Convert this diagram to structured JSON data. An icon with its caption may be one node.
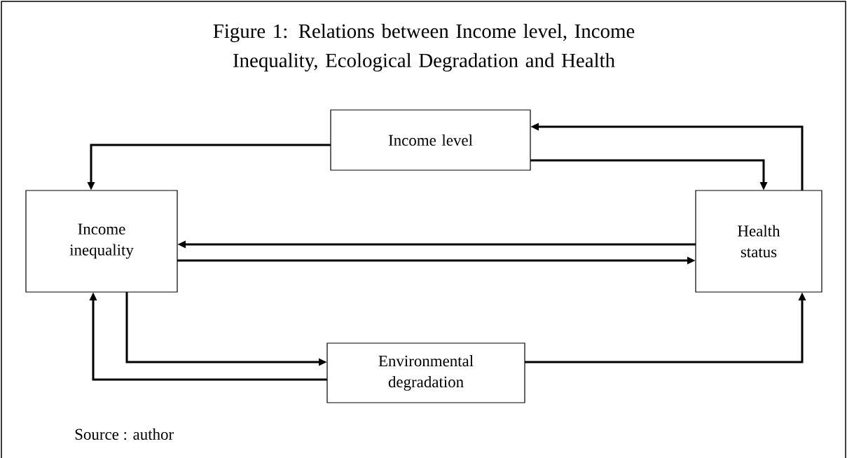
{
  "diagram": {
    "title": "Figure 1: Relations between Income level, Income Inequality, Ecological Degradation and Health",
    "nodes": [
      {
        "text": [
          "Income level"
        ]
      },
      {
        "text": [
          "Income inequality"
        ]
      },
      {
        "text": [
          "Health status"
        ]
      },
      {
        "text": [
          "Environmental degradation"
        ]
      }
    ],
    "edges": [
      {
        "from": 0,
        "to": 1,
        "arrow": "to"
      },
      {
        "from": 0,
        "to": 2,
        "arrow": "to"
      },
      {
        "from": 2,
        "to": 0,
        "arrow": "to"
      },
      {
        "from": 2,
        "to": 1,
        "arrow": "to"
      },
      {
        "from": 1,
        "to": 2,
        "arrow": "to"
      },
      {
        "from": 1,
        "to": 3,
        "arrow": "to"
      },
      {
        "from": 3,
        "to": 1,
        "arrow": "to"
      },
      {
        "from": 3,
        "to": 2,
        "arrow": "to"
      }
    ],
    "labels": [
      "Source : author"
    ]
  }
}
